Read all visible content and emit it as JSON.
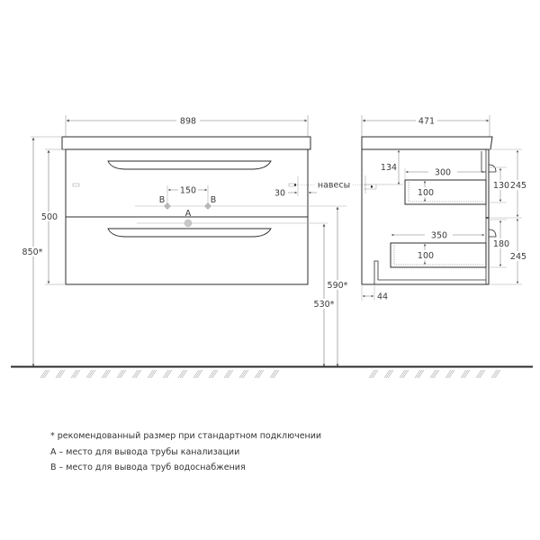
{
  "front_view": {
    "width_label": "898",
    "height_total_label": "850*",
    "height_cabinet_label": "500",
    "pipe_spacing_label": "150",
    "hanger_offset_label": "30",
    "drain_height_label": "530*",
    "water_height_label": "590*",
    "drain_marker": "A",
    "water_marker_left": "B",
    "water_marker_right": "B",
    "hangers_label": "навесы"
  },
  "side_view": {
    "depth_label": "471",
    "hanger_drop_label": "134",
    "top_drawer_depth_label": "300",
    "top_drawer_height_label": "100",
    "top_drawer_inner_label": "130",
    "top_section_label": "245",
    "bottom_drawer_depth_label": "350",
    "bottom_drawer_height_label": "100",
    "bottom_drawer_inner_label": "180",
    "bottom_section_label": "245",
    "back_gap_label": "44"
  },
  "notes": [
    "* рекомендованный размер при стандартном подключении",
    "А – место для вывода трубы канализации",
    "В – место для вывода труб водоснабжения"
  ],
  "colors": {
    "outline": "#2b2b2b",
    "dimension": "#8a8a8a",
    "pipe_fill": "#c8c8c8"
  }
}
